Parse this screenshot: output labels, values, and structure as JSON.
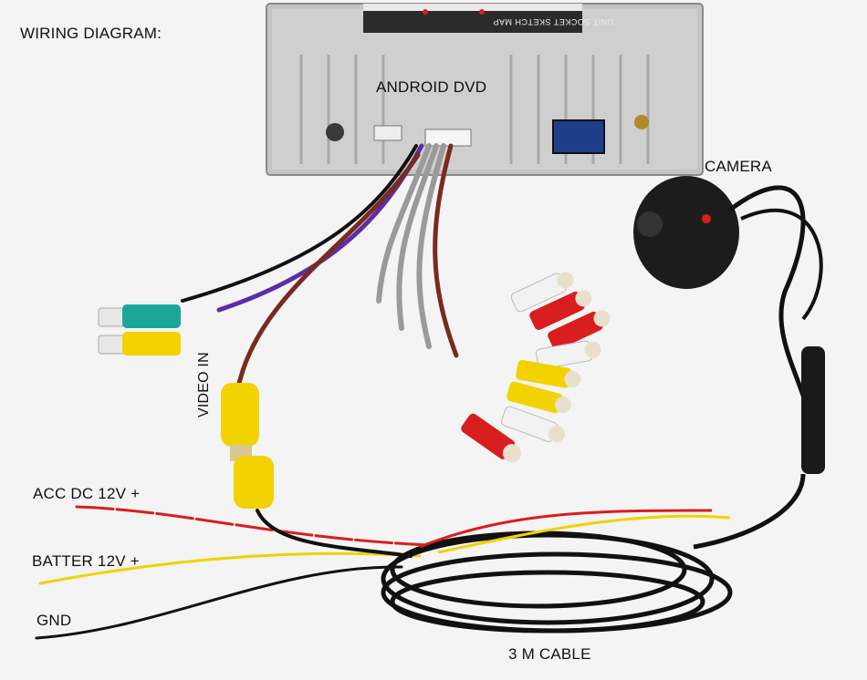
{
  "labels": {
    "title": "WIRING DIAGRAM:",
    "head_unit": "ANDROID DVD",
    "camera": "CAMERA",
    "video_in": "VIDEO IN",
    "acc": "ACC DC 12V +",
    "battery": "BATTER 12V +",
    "ground": "GND",
    "cable": "3 M CABLE"
  },
  "head_unit_sticker": "UNIT SOCKET SKETCH MAP",
  "colors": {
    "background": "#f4f4f4",
    "chassis": "#c9c9c9",
    "rca_red": "#d81e1e",
    "rca_white": "#f2f2f2",
    "rca_yellow": "#f2d200",
    "rca_teal": "#1aa79a",
    "wire_red": "#d81e1e",
    "wire_yellow": "#f2d200",
    "wire_black": "#111111",
    "wire_purple": "#5a2ea6",
    "wire_brown": "#7a2a1e",
    "wire_grey": "#9a9a9a"
  }
}
